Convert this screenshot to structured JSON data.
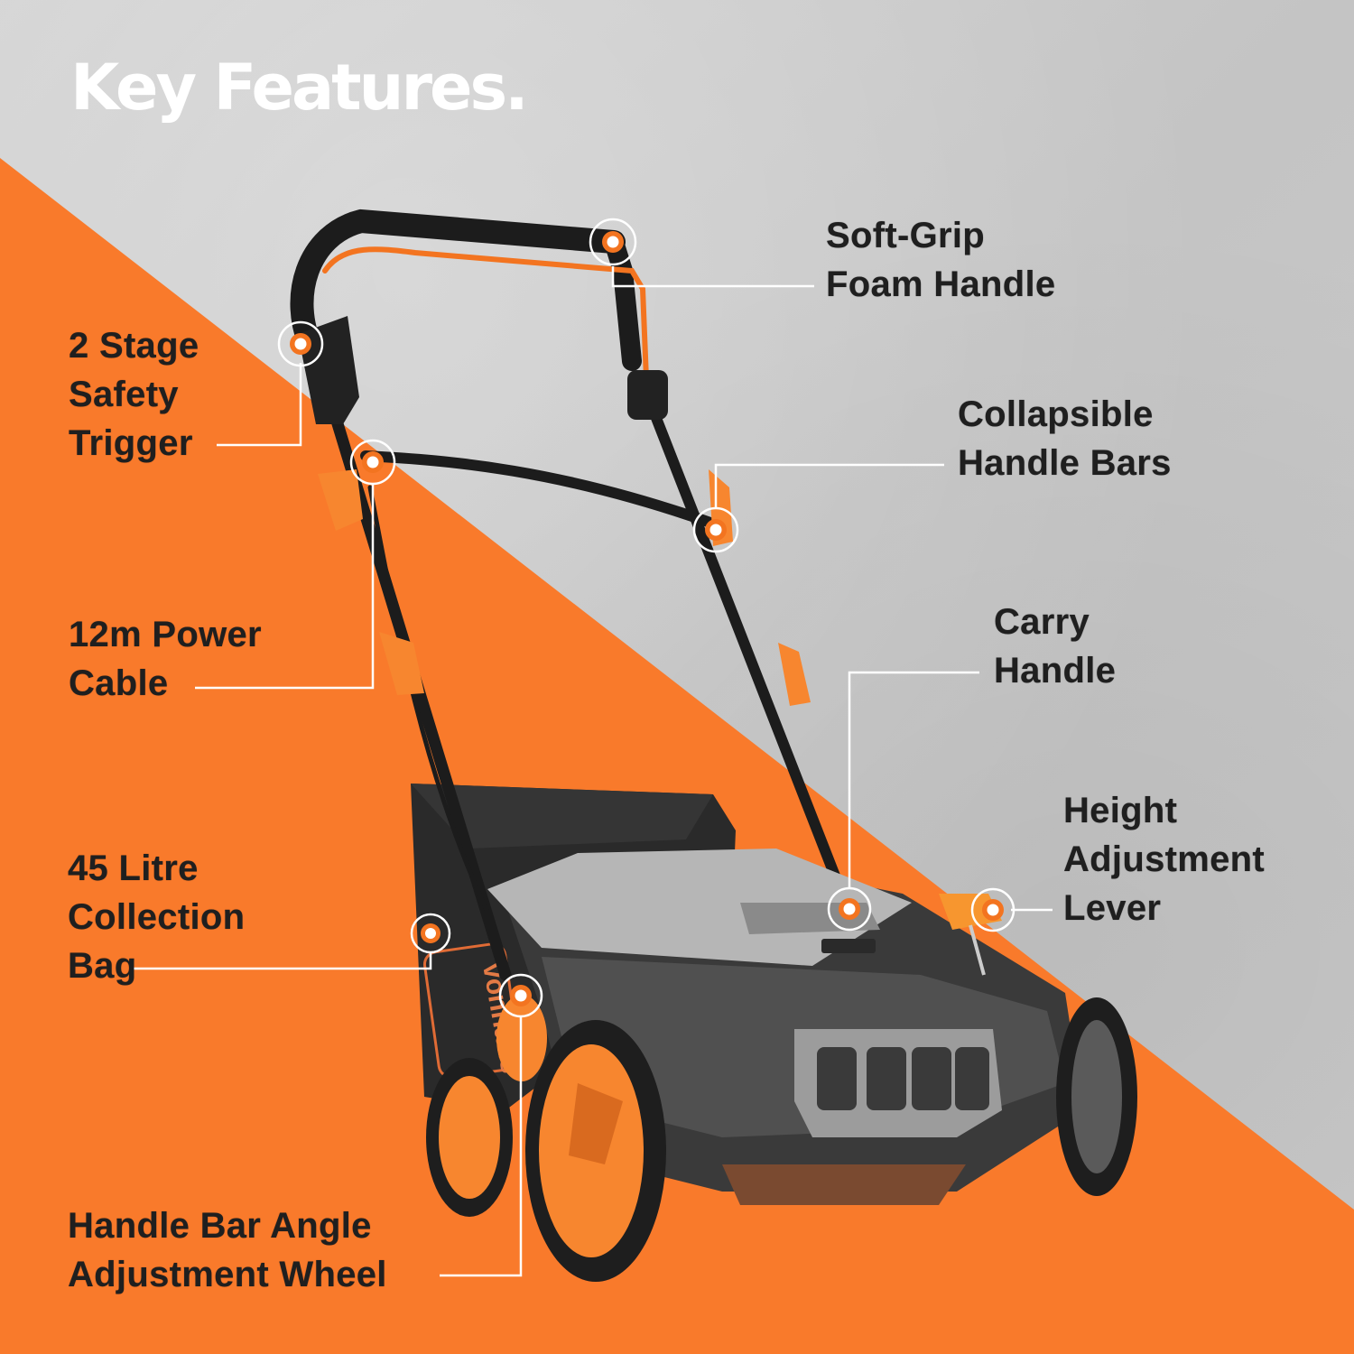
{
  "title": "Key Features.",
  "brand": "vonhaus",
  "colors": {
    "accent_orange": "#F97A2B",
    "concrete_gray": "#C8C8C8",
    "text_dark": "#1F1F1F",
    "title_white": "#FFFFFF",
    "callout_line": "#FFFFFF"
  },
  "features": [
    {
      "id": "soft-grip",
      "label": "Soft-Grip\nFoam Handle",
      "side": "right"
    },
    {
      "id": "safety-trigger",
      "label": "2 Stage\nSafety\nTrigger",
      "side": "left"
    },
    {
      "id": "collapsible",
      "label": "Collapsible\nHandle Bars",
      "side": "right"
    },
    {
      "id": "power-cable",
      "label": "12m Power\nCable",
      "side": "left"
    },
    {
      "id": "carry-handle",
      "label": "Carry\nHandle",
      "side": "right"
    },
    {
      "id": "height-lever",
      "label": "Height\nAdjustment\nLever",
      "side": "right"
    },
    {
      "id": "collection-bag",
      "label": "45 Litre\nCollection\nBag",
      "side": "left"
    },
    {
      "id": "angle-wheel",
      "label": "Handle Bar Angle\nAdjustment Wheel",
      "side": "left"
    }
  ]
}
